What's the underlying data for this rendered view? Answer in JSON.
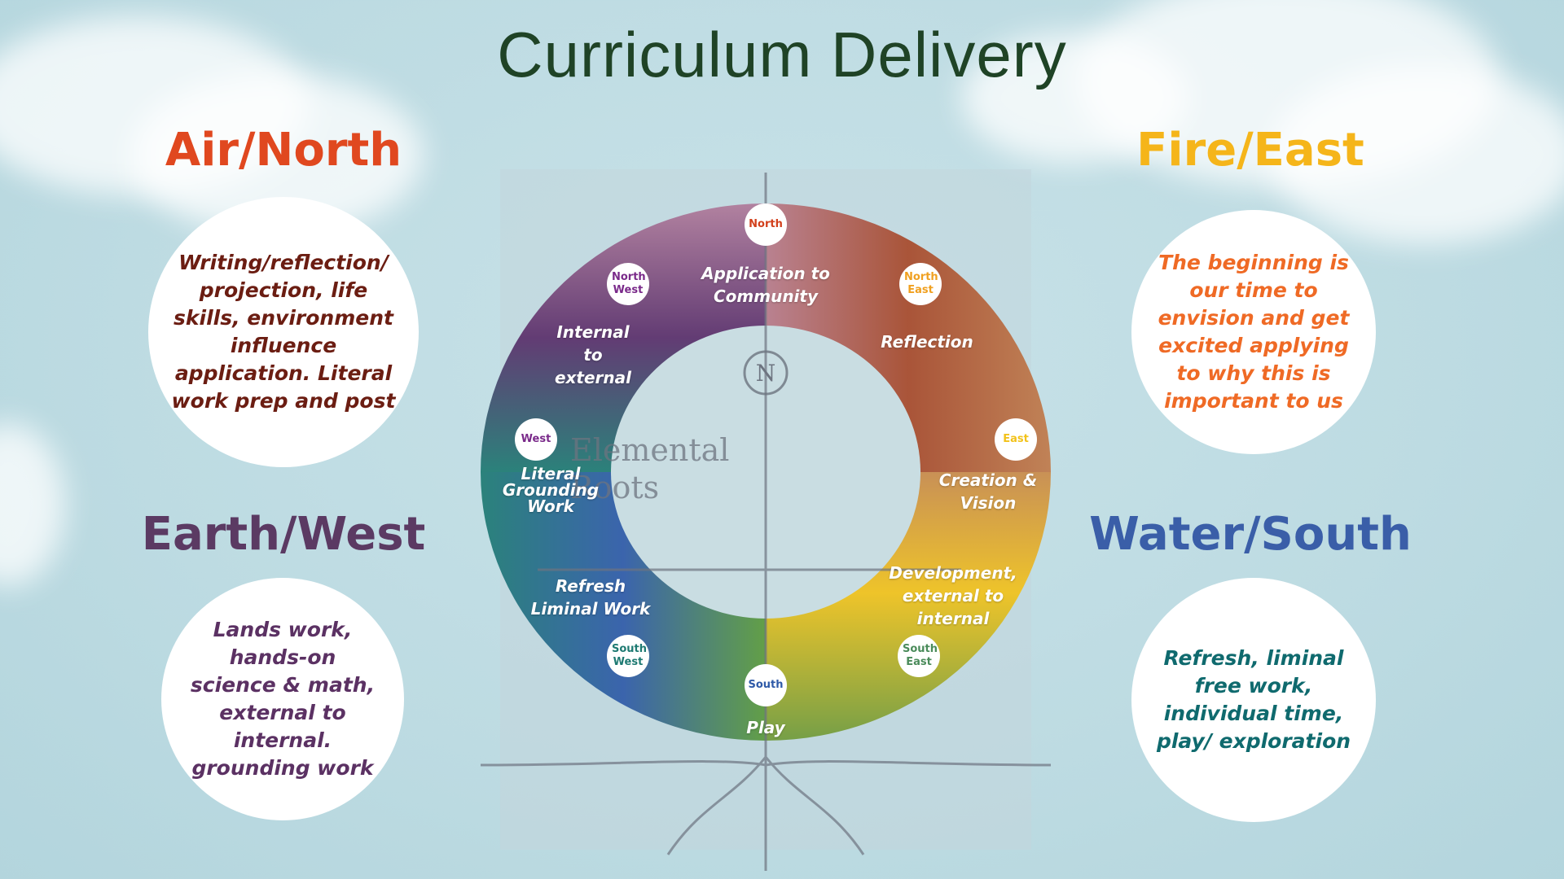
{
  "title": "Curriculum Delivery",
  "quadrants": {
    "air": {
      "heading": "Air/North",
      "color": "#e0481f",
      "text": "Writing/reflection/ projection, life skills, environment influence application. Literal work prep and post",
      "text_color": "#6b1d12"
    },
    "fire": {
      "heading": "Fire/East",
      "color": "#f5b51a",
      "text": "The beginning is our time to envision and get excited applying to why this is important to us",
      "text_color": "#ef6a25"
    },
    "earth": {
      "heading": "Earth/West",
      "color": "#5b3a63",
      "text": "Lands work, hands-on science & math, external to internal. grounding work",
      "text_color": "#5b3163"
    },
    "water": {
      "heading": "Water/South",
      "color": "#3a5ea8",
      "text": "Refresh, liminal free work, individual time, play/ exploration",
      "text_color": "#0f6a6e"
    }
  },
  "wheel": {
    "directions": {
      "north": {
        "label": "North",
        "color": "#d2401c"
      },
      "northeast": {
        "label": "North East",
        "color": "#f0a020"
      },
      "east": {
        "label": "East",
        "color": "#f2c21a"
      },
      "southeast": {
        "label": "South East",
        "color": "#4a8b5a"
      },
      "south": {
        "label": "South",
        "color": "#2f5aa8"
      },
      "southwest": {
        "label": "South West",
        "color": "#1e7a72"
      },
      "west": {
        "label": "West",
        "color": "#7a2a8a"
      },
      "northwest": {
        "label": "North West",
        "color": "#7a2a8a"
      }
    },
    "segments": {
      "north": "Application to Community",
      "northeast": "Reflection",
      "east": "Creation & Vision",
      "southeast": "Development, external to internal",
      "south": "Play",
      "southwest": "Refresh Liminal Work",
      "west": "Literal Grounding Work",
      "northwest": "Internal to external"
    },
    "logo_text": "Elemental Roots"
  }
}
